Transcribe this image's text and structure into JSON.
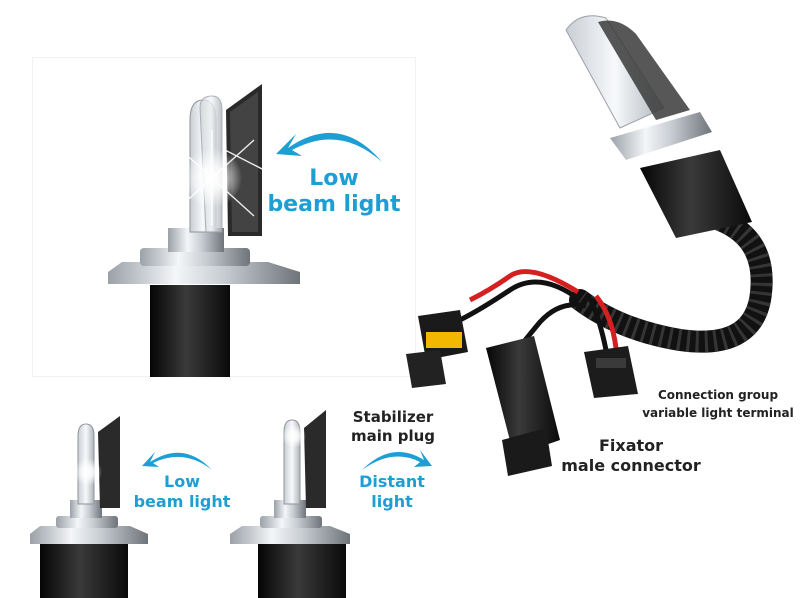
{
  "labels": {
    "top_low_beam": [
      "Low",
      "beam light"
    ],
    "bottom_low_beam": [
      "Low",
      "beam light"
    ],
    "distant_light": [
      "Distant",
      "light"
    ],
    "stabilizer": [
      "Stabilizer",
      "main plug"
    ],
    "fixator": [
      "Fixator",
      "male connector"
    ],
    "connection_group": [
      "Connection group",
      "variable light terminal"
    ]
  },
  "colors": {
    "accent_blue": "#1e9fd4",
    "label_dark": "#222222"
  },
  "icons": [
    "arc-arrow-left-icon",
    "arc-arrow-right-icon"
  ]
}
